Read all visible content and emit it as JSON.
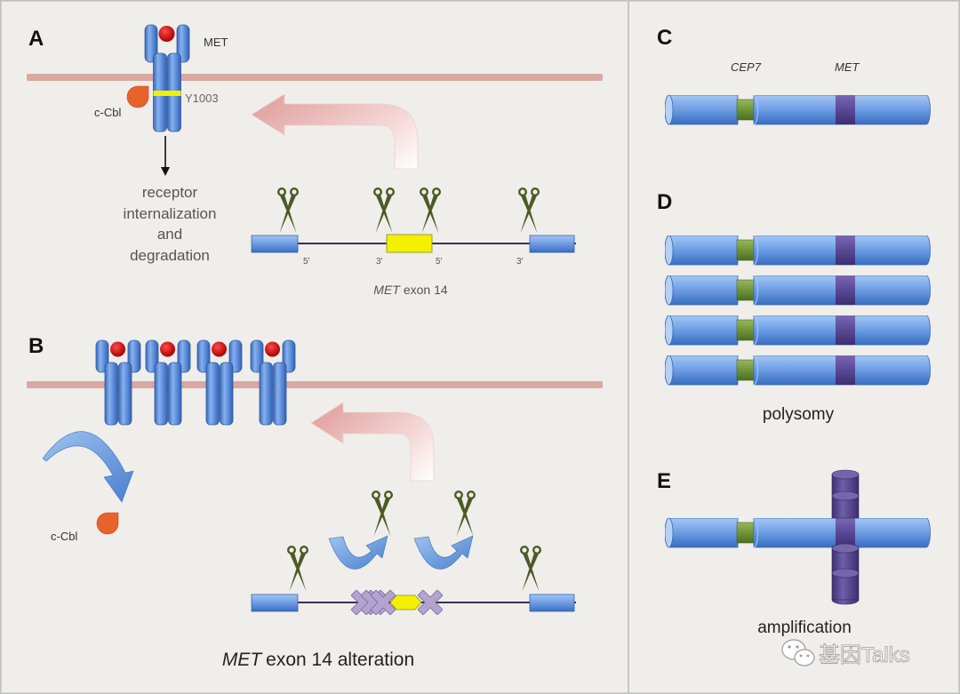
{
  "colors": {
    "background": "#efeeea",
    "membrane": "#d9a8a2",
    "ligand": "#d40000",
    "cbl": "#e8622b",
    "exon14": "#f3f000",
    "scissors": "#4b5a26",
    "cep7_band": "#6f9536",
    "met_band": "#5a4896",
    "receptor": "#5d8ddb",
    "splicing_arrow": "#e4aaa7"
  },
  "panels": {
    "a": {
      "label": "A",
      "receptor_label": "MET",
      "cbl_label": "c-Cbl",
      "site_label": "Y1003",
      "outcome_lines": [
        "receptor",
        "internalization",
        "and",
        "degradation"
      ],
      "splice_sites": [
        "5′",
        "3′",
        "5′",
        "3′"
      ],
      "exon_caption": {
        "gene": "MET",
        "text": "exon 14"
      }
    },
    "b": {
      "label": "B",
      "cbl_label": "c-Cbl",
      "caption": {
        "gene": "MET",
        "text": "exon 14 alteration"
      }
    },
    "c": {
      "label": "C",
      "marker_labels": [
        "CEP7",
        "MET"
      ]
    },
    "d": {
      "label": "D",
      "caption": "polysomy"
    },
    "e": {
      "label": "E",
      "caption": "amplification"
    }
  },
  "icons": {
    "cutting": "scissors-icon",
    "watermark": "wechat-icon"
  },
  "watermark": {
    "text": "基因Talks"
  }
}
